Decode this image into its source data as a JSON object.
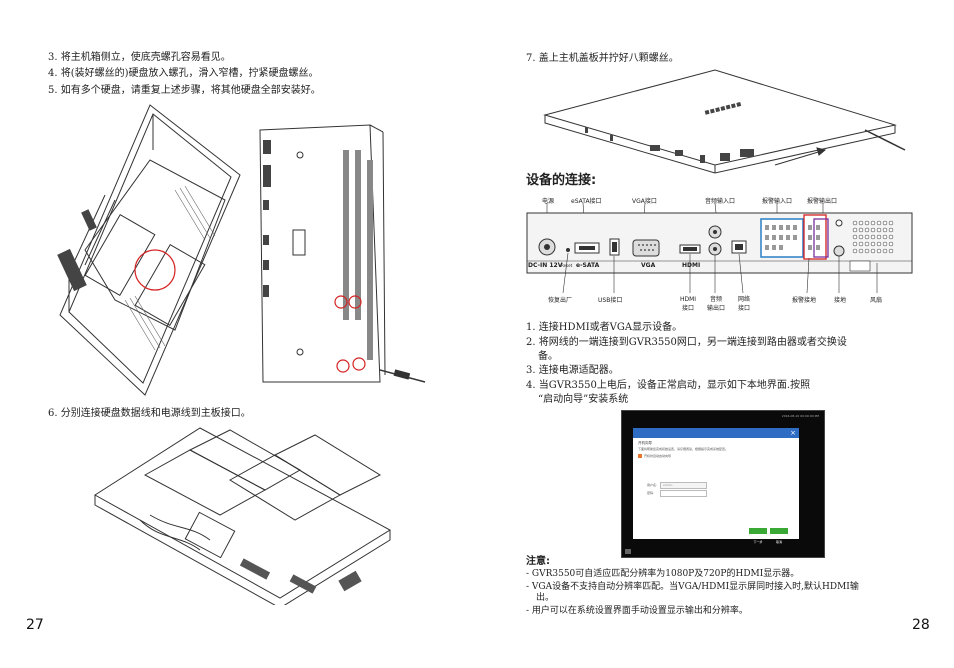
{
  "left_page": {
    "steps_top": [
      "3. 将主机箱侧立，使底壳螺孔容易看见。",
      "4. 将(装好螺丝的)硬盘放入螺孔，滑入窄槽，拧紧硬盘螺丝。",
      "5. 如有多个硬盘，请重复上述步骤，将其他硬盘全部安装好。"
    ],
    "step6": "6. 分别连接硬盘数据线和电源线到主板接口。",
    "page_number": "27"
  },
  "right_page": {
    "step7": "7. 盖上主机盖板并拧好八颗螺丝。",
    "section_title": "设备的连接:",
    "top_labels": [
      "电源",
      "eSATA接口",
      "VGA接口",
      "音频输入口",
      "报警输入口",
      "报警输出口"
    ],
    "panel_labels": [
      "DC-IN 12V",
      "Reset",
      "e-SATA",
      "VGA",
      "HDMI"
    ],
    "bottom_labels": [
      "恢复出厂",
      "USB接口",
      "HDMI\n接口",
      "音频\n输出口",
      "网络\n接口",
      "报警接地",
      "接地",
      "风扇"
    ],
    "steps": [
      "1. 连接HDMI或者VGA显示设备。",
      "2. 将网线的一端连接到GVR3550网口，另一端连接到路由器或者交换设",
      "备。",
      "3. 连接电源适配器。",
      "4. 当GVR3550上电后，设备正常启动，显示如下本地界面.按照",
      "“启动向导”安装系统"
    ],
    "note_title": "注意:",
    "notes": [
      "- GVR3550可自适应匹配分辨率为1080P及720P的HDMI显示器。",
      "- VGA设备不支持自动分辨率匹配。当VGA/HDMI显示屏同时接入时,默认HDMI输",
      "出。",
      "- 用户可以在系统设置界面手动设置显示输出和分辨率。"
    ],
    "page_number": "28",
    "screen": {
      "timestamp": "2016-08-10 00:00:00 PM",
      "dialog_title": "开机向导",
      "dialog_desc": "下面将帮助您完成初始设置，请仔细阅读，根据提示完成系统配置。",
      "checkbox_label": "开机时自动启动向导",
      "field_user": "用户名:",
      "field_pass": "密码:",
      "field_user_value": "admin",
      "btn_next": "下一步",
      "btn_cancel": "取消",
      "close": "×"
    }
  },
  "colors": {
    "highlight_red": "#d42020",
    "highlight_blue": "#2a7fc4",
    "highlight_purple": "#7a2fa0",
    "dialog_blue": "#2f6cc4",
    "btn_green": "#3aa835"
  }
}
